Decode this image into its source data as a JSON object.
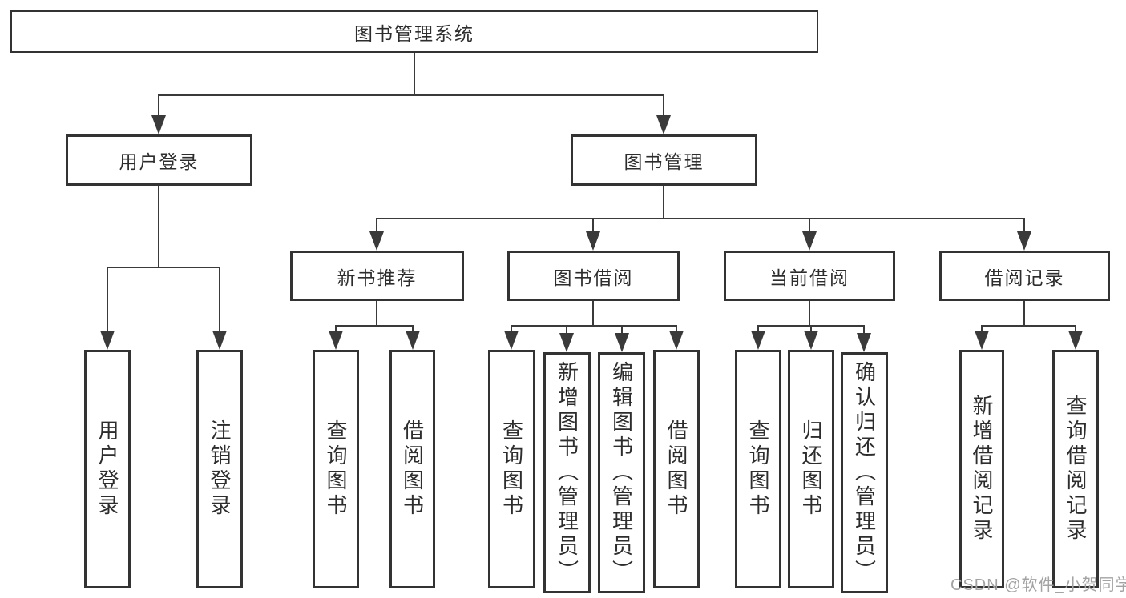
{
  "diagram": {
    "root": {
      "label": "图书管理系统",
      "children": [
        {
          "label": "用户登录",
          "children": [
            {
              "label": "用户登录"
            },
            {
              "label": "注销登录"
            }
          ]
        },
        {
          "label": "图书管理",
          "children": [
            {
              "label": "新书推荐",
              "children": [
                {
                  "label": "查询图书"
                },
                {
                  "label": "借阅图书"
                }
              ]
            },
            {
              "label": "图书借阅",
              "children": [
                {
                  "label": "查询图书"
                },
                {
                  "label": "新增图书（管理员）"
                },
                {
                  "label": "编辑图书（管理员）"
                },
                {
                  "label": "借阅图书"
                }
              ]
            },
            {
              "label": "当前借阅",
              "children": [
                {
                  "label": "查询图书"
                },
                {
                  "label": "归还图书"
                },
                {
                  "label": "确认归还（管理员）"
                }
              ]
            },
            {
              "label": "借阅记录",
              "children": [
                {
                  "label": "新增借阅记录"
                },
                {
                  "label": "查询借阅记录"
                }
              ]
            }
          ]
        }
      ]
    }
  },
  "watermark": {
    "text": "CSDN @软件_小贺同学"
  },
  "colors": {
    "line": "#3a3a3a",
    "border": "#333333",
    "background": "#ffffff",
    "text": "#2d2d2d",
    "watermark": "#a3a3a3"
  }
}
